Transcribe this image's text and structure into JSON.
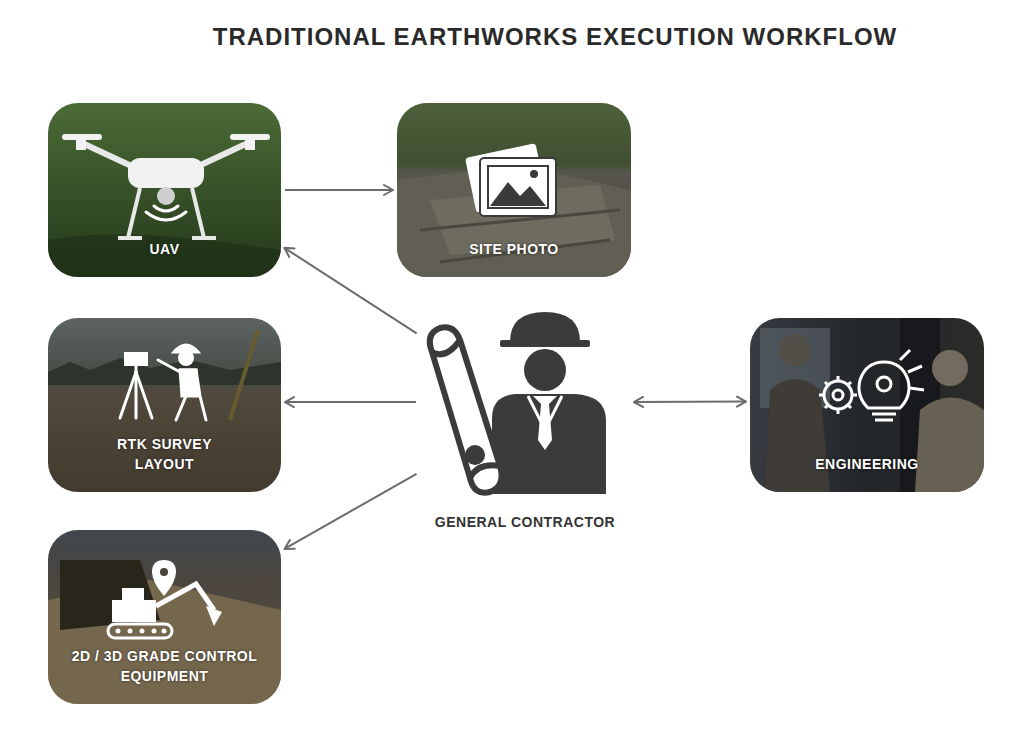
{
  "diagram": {
    "title": "TRADITIONAL EARTHWORKS EXECUTION WORKFLOW",
    "nodes": [
      {
        "text": [
          "UAV"
        ]
      },
      {
        "text": [
          "SITE PHOTO"
        ]
      },
      {
        "text": [
          "RTK SURVEY LAYOUT"
        ]
      },
      {
        "text": [
          "GENERAL CONTRACTOR"
        ]
      },
      {
        "text": [
          "ENGINEERING"
        ]
      },
      {
        "text": [
          "2D / 3D GRADE CONTROL EQUIPMENT"
        ]
      }
    ],
    "edges": [
      {
        "from": 0,
        "to": 1,
        "arrow": "to"
      },
      {
        "from": 3,
        "to": 0,
        "arrow": "to"
      },
      {
        "from": 3,
        "to": 2,
        "arrow": "to"
      },
      {
        "from": 3,
        "to": 4,
        "arrow": "both"
      },
      {
        "from": 3,
        "to": 5,
        "arrow": "to"
      }
    ]
  }
}
